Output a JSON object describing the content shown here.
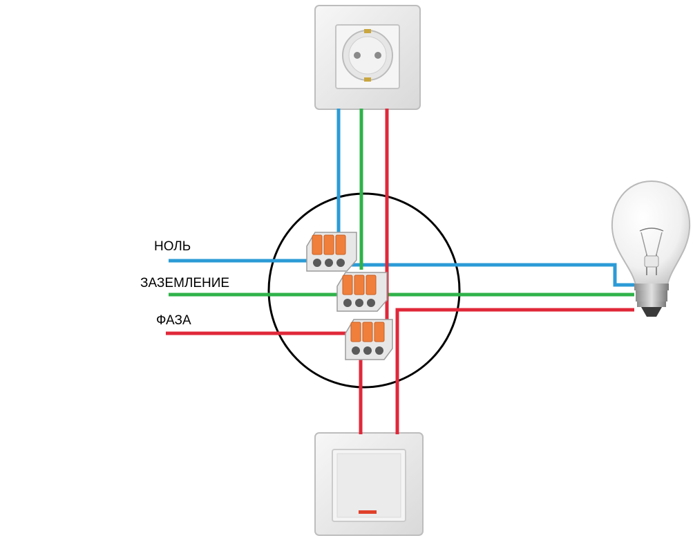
{
  "labels": {
    "neutral": "НОЛЬ",
    "ground": "ЗАЗЕМЛЕНИЕ",
    "phase": "ФАЗА"
  },
  "colors": {
    "neutral_wire": "#2b9bd6",
    "ground_wire": "#2fb24a",
    "phase_wire": "#e0283a",
    "junction_circle": "#000000",
    "connector_lever": "#f07f3c",
    "device_plate": "#eeeeee",
    "indicator": "#e0402a"
  },
  "icons": {
    "socket": "socket-icon",
    "switch": "light-switch-icon",
    "bulb": "light-bulb-icon",
    "connector": "wago-connector-icon"
  }
}
